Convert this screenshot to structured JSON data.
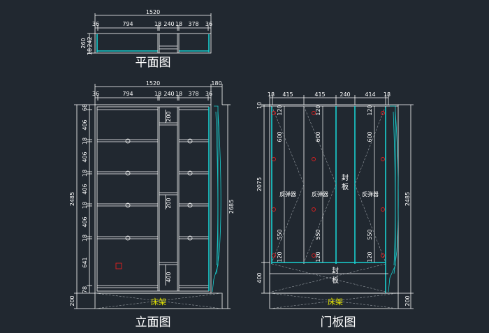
{
  "titles": {
    "plan": "平面图",
    "elevation": "立面图",
    "door": "门板图"
  },
  "plan": {
    "total_width": "1520",
    "segments": [
      "36",
      "794",
      "18",
      "240",
      "18",
      "378",
      "36"
    ],
    "depth": "260",
    "depth_parts": [
      "242",
      "18"
    ]
  },
  "elevation": {
    "total_width": "1520",
    "side_extra": "180",
    "segments": [
      "36",
      "794",
      "18",
      "240",
      "18",
      "378",
      "36"
    ],
    "overall_height": "2485",
    "total_with_bed": "2685",
    "left_heights": [
      "68",
      "406",
      "18",
      "406",
      "18",
      "406",
      "18",
      "406",
      "18",
      "641",
      "78"
    ],
    "bed_height": "200",
    "middle_dims": [
      "200",
      "200",
      "400"
    ],
    "bed_label": "床架"
  },
  "door": {
    "widths": [
      "18",
      "415",
      "415",
      "240",
      "414",
      "18"
    ],
    "top": "10",
    "door_height": "2075",
    "bottom": "400",
    "overall_height": "2485",
    "bed_height": "200",
    "hinge_dims": [
      "120",
      "600",
      "550",
      "120"
    ],
    "rebound": "反弹器",
    "seal_label_chars": [
      "封",
      "板"
    ],
    "bed_label": "床架"
  }
}
